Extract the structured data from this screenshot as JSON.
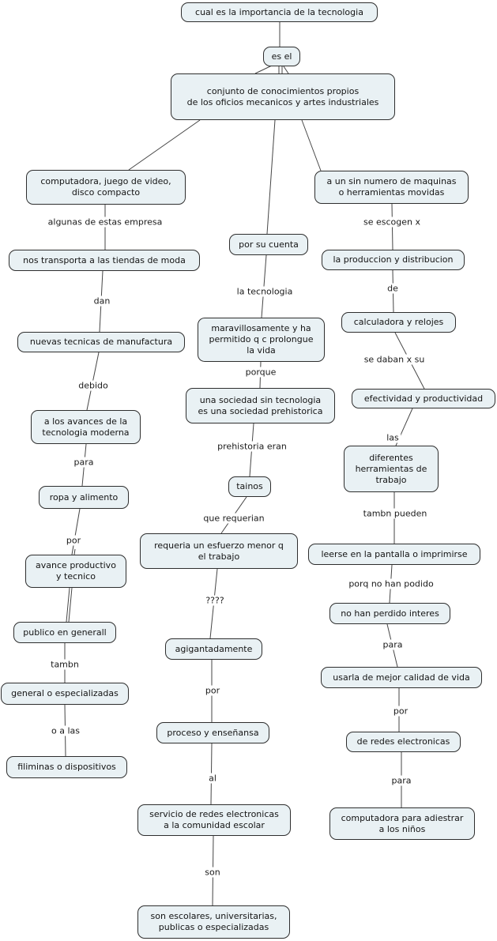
{
  "map_title": "cual es la importancia de la tecnologia",
  "colors": {
    "background": "#ffffff",
    "node_fill": "#e9f1f4",
    "node_border": "#2e2e2e",
    "connector_line": "#454545",
    "text": "#141414"
  },
  "nodes": [
    {
      "label": "cual es la importancia de la tecnologia"
    },
    {
      "label": "es el"
    },
    {
      "label": "conjunto de conocimientos propios\nde los oficios mecanicos y artes industriales"
    },
    {
      "label": "computadora, juego de video,\ndisco compacto"
    },
    {
      "label": "nos transporta a las tiendas de moda"
    },
    {
      "label": "nuevas tecnicas de manufactura"
    },
    {
      "label": "a los avances de la\ntecnologia moderna"
    },
    {
      "label": "ropa y alimento"
    },
    {
      "label": "avance productivo\ny tecnico"
    },
    {
      "label": "publico en generall"
    },
    {
      "label": "general o especializadas"
    },
    {
      "label": "filiminas o dispositivos"
    },
    {
      "label": "por su cuenta"
    },
    {
      "label": "maravillosamente y ha\npermitido q c prolongue\nla vida"
    },
    {
      "label": "una sociedad sin tecnologia\nes una sociedad prehistorica"
    },
    {
      "label": "tainos"
    },
    {
      "label": "requeria un esfuerzo menor q\nel trabajo"
    },
    {
      "label": "agigantadamente"
    },
    {
      "label": "proceso y enseñansa"
    },
    {
      "label": "servicio de redes electronicas\na la comunidad escolar"
    },
    {
      "label": "son escolares, universitarias,\npublicas o especializadas"
    },
    {
      "label": "a un sin numero de maquinas\no herramientas movidas"
    },
    {
      "label": "la produccion y distribucion"
    },
    {
      "label": "calculadora y relojes"
    },
    {
      "label": "efectividad y productividad"
    },
    {
      "label": "diferentes\nherramientas de\ntrabajo"
    },
    {
      "label": "leerse en la pantalla o imprimirse"
    },
    {
      "label": "no han perdido interes"
    },
    {
      "label": "usarla de mejor calidad de vida"
    },
    {
      "label": "de redes electronicas"
    },
    {
      "label": "computadora para adiestrar\na los niños"
    }
  ],
  "links": [
    {
      "label": "algunas de estas empresa"
    },
    {
      "label": "dan"
    },
    {
      "label": "debido"
    },
    {
      "label": "para"
    },
    {
      "label": "por"
    },
    {
      "label": "tambn"
    },
    {
      "label": "o a las"
    },
    {
      "label": "la tecnologia"
    },
    {
      "label": "porque"
    },
    {
      "label": "prehistoria eran"
    },
    {
      "label": "que requerian"
    },
    {
      "label": "????"
    },
    {
      "label": "por"
    },
    {
      "label": "al"
    },
    {
      "label": "son"
    },
    {
      "label": "se escogen x"
    },
    {
      "label": "de"
    },
    {
      "label": "se daban x su"
    },
    {
      "label": "las"
    },
    {
      "label": "tambn pueden"
    },
    {
      "label": "porq no han podido"
    },
    {
      "label": "para"
    },
    {
      "label": "por"
    },
    {
      "label": "para"
    }
  ]
}
